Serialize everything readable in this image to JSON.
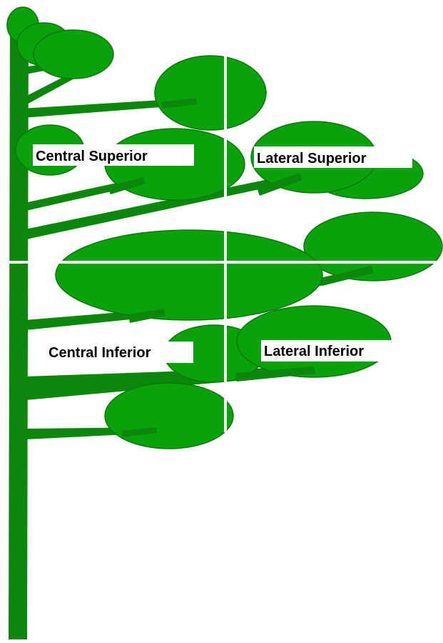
{
  "colors": {
    "leaf": "#0aa20a",
    "leaf_outline": "#0a7a0a",
    "branch": "#0b870b",
    "background": "#ffffff",
    "divider": "#ffffff",
    "label_text": "#000000"
  },
  "labels": {
    "central_superior": "Central Superior",
    "lateral_superior": "Lateral Superior",
    "central_inferior": "Central Inferior",
    "lateral_inferior": "Lateral Inferior"
  }
}
